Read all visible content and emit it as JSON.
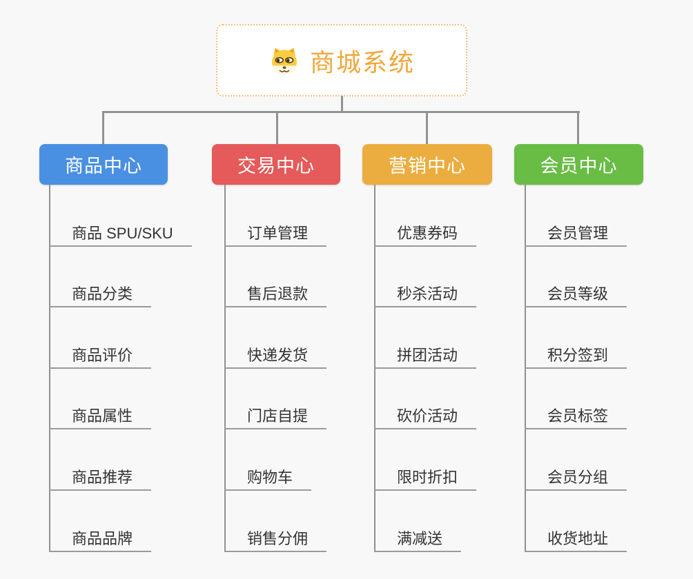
{
  "root": {
    "title": "商城系统",
    "icon": "dog-face-icon",
    "accent_color": "#f0a83c",
    "border_color": "#f2c079"
  },
  "connector_color": "#929292",
  "background_color": "#f8f8f8",
  "branches": [
    {
      "label": "商品中心",
      "color": "#4a90e2",
      "children": [
        "商品 SPU/SKU",
        "商品分类",
        "商品评价",
        "商品属性",
        "商品推荐",
        "商品品牌"
      ]
    },
    {
      "label": "交易中心",
      "color": "#e55a5a",
      "children": [
        "订单管理",
        "售后退款",
        "快递发货",
        "门店自提",
        "购物车",
        "销售分佣"
      ]
    },
    {
      "label": "营销中心",
      "color": "#ebad3f",
      "children": [
        "优惠券码",
        "秒杀活动",
        "拼团活动",
        "砍价活动",
        "限时折扣",
        "满减送"
      ]
    },
    {
      "label": "会员中心",
      "color": "#69bd45",
      "children": [
        "会员管理",
        "会员等级",
        "积分签到",
        "会员标签",
        "会员分组",
        "收货地址"
      ]
    }
  ]
}
